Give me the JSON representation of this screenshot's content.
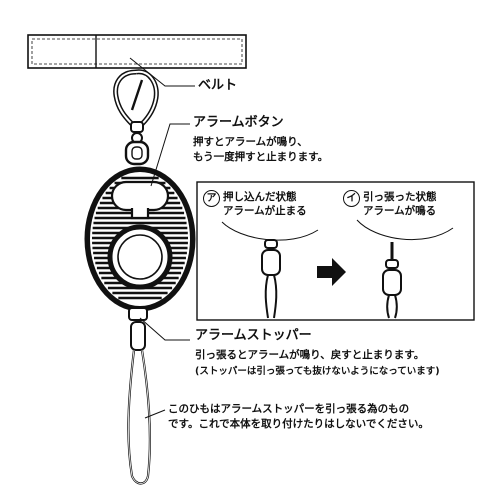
{
  "labels": {
    "belt": "ベルト",
    "alarm_button_title": "アラームボタン",
    "alarm_button_desc_1": "押すとアラームが鳴り、",
    "alarm_button_desc_2": "もう一度押すと止まります。",
    "stopper_title": "アラームストッパー",
    "stopper_desc": "引っ張るとアラームが鳴り、戻すと止まります。",
    "stopper_note": "(ストッパーは引っ張っても抜けないようになっています)",
    "string_desc_1": "このひもはアラームストッパーを引っ張る為のもの",
    "string_desc_2": "です。これで本体を取り付けたりはしないでください。"
  },
  "panel": {
    "state_a_marker": "ア",
    "state_a_line1": "押し込んだ状態",
    "state_a_line2": "アラームが止まる",
    "state_b_marker": "イ",
    "state_b_line1": "引っ張った状態",
    "state_b_line2": "アラームが鳴る"
  }
}
